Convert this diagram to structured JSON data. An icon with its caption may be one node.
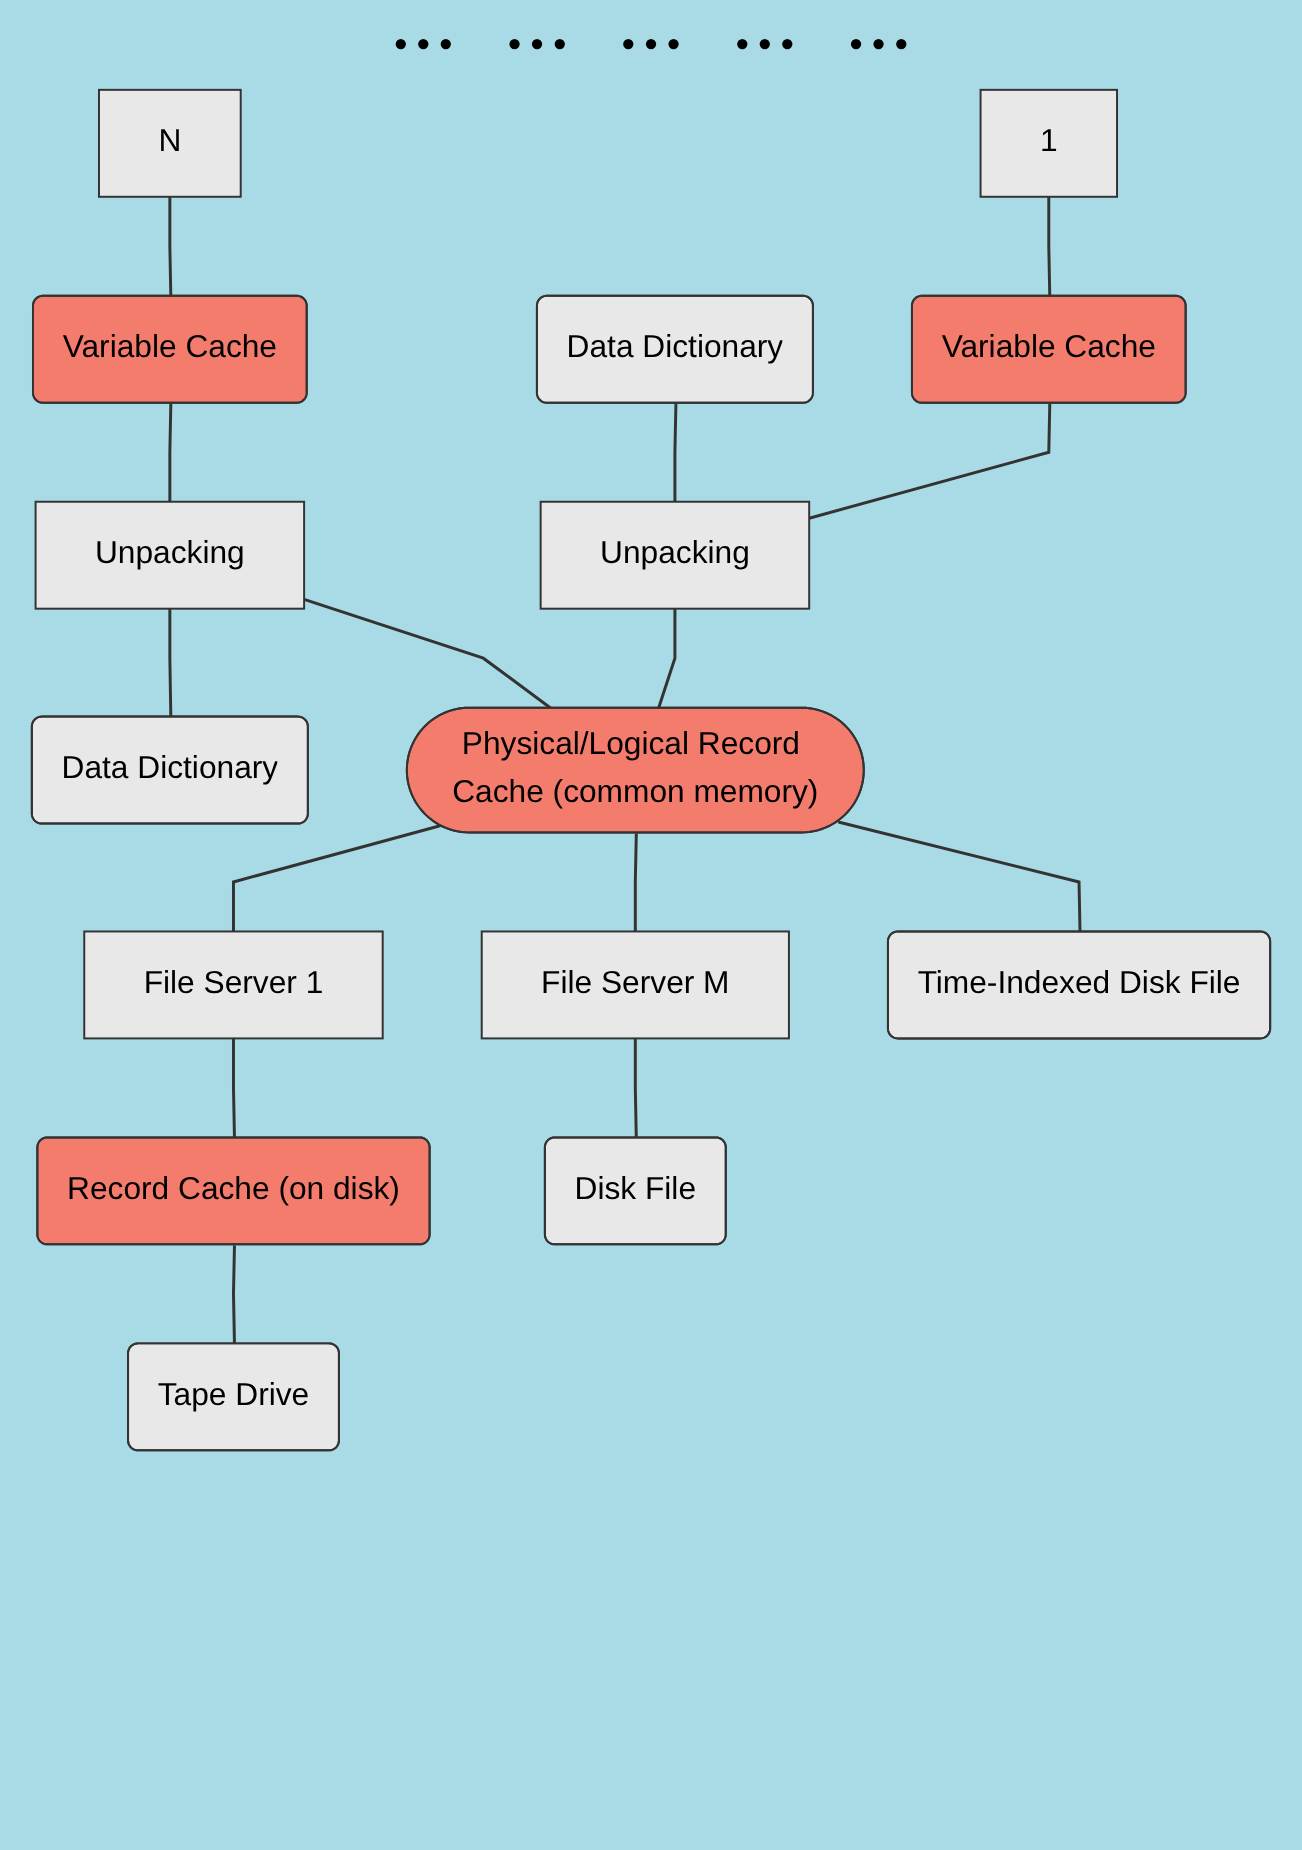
{
  "diagram": {
    "nodes": [
      {
        "text": [
          "1"
        ]
      },
      {
        "text": [
          "N"
        ]
      },
      {
        "text": [
          "Variable Cache"
        ]
      },
      {
        "text": [
          "Variable Cache"
        ]
      },
      {
        "text": [
          "Data Dictionary"
        ]
      },
      {
        "text": [
          "Unpacking"
        ]
      },
      {
        "text": [
          "Unpacking"
        ]
      },
      {
        "text": [
          "Data Dictionary"
        ]
      },
      {
        "text": [
          "Physical/Logical Record Cache (common memory)"
        ]
      },
      {
        "text": [
          "File Server 1"
        ]
      },
      {
        "text": [
          "File Server M"
        ]
      },
      {
        "text": [
          "Record Cache (on disk)"
        ]
      },
      {
        "text": [
          "Tape Drive"
        ]
      },
      {
        "text": [
          "Disk File"
        ]
      },
      {
        "text": [
          "Time-Indexed Disk File"
        ]
      }
    ],
    "edges": [
      {
        "from": 0,
        "to": 2,
        "arrow": "none"
      },
      {
        "from": 1,
        "to": 3,
        "arrow": "none"
      },
      {
        "from": 2,
        "to": 5,
        "arrow": "none"
      },
      {
        "from": 3,
        "to": 6,
        "arrow": "none"
      },
      {
        "from": 4,
        "to": 5,
        "arrow": "none"
      },
      {
        "from": 6,
        "to": 7,
        "arrow": "none"
      },
      {
        "from": 5,
        "to": 8,
        "arrow": "none"
      },
      {
        "from": 6,
        "to": 8,
        "arrow": "none"
      },
      {
        "from": 8,
        "to": 9,
        "arrow": "none"
      },
      {
        "from": 8,
        "to": 10,
        "arrow": "none"
      },
      {
        "from": 8,
        "to": 14,
        "arrow": "none"
      },
      {
        "from": 9,
        "to": 11,
        "arrow": "none"
      },
      {
        "from": 11,
        "to": 12,
        "arrow": "none"
      },
      {
        "from": 10,
        "to": 13,
        "arrow": "none"
      }
    ],
    "labels": [
      "• • •",
      "• • •",
      "• • •",
      "• • •",
      "• • •"
    ]
  }
}
